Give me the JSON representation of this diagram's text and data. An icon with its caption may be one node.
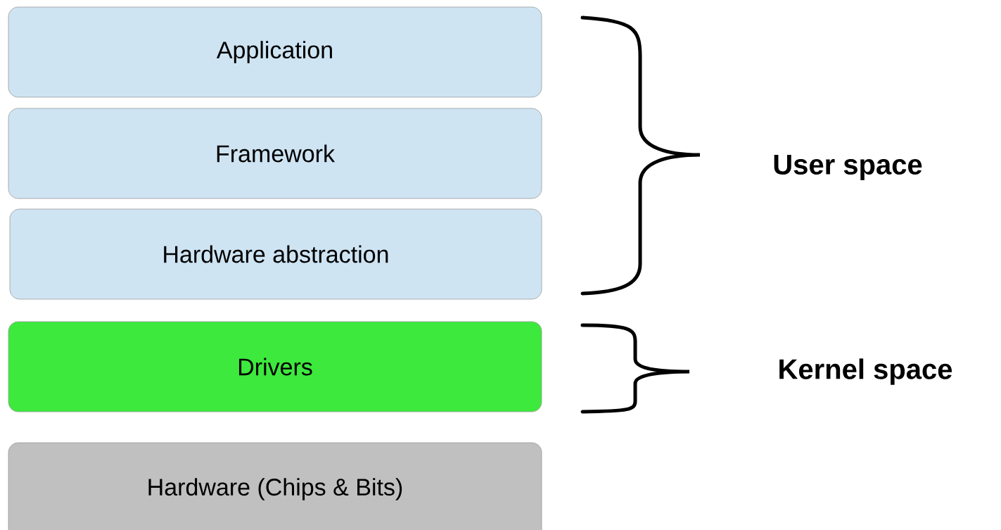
{
  "diagram": {
    "nodes": [
      {
        "text": [
          "Application"
        ]
      },
      {
        "text": [
          "Framework"
        ]
      },
      {
        "text": [
          "Hardware abstraction"
        ]
      },
      {
        "text": [
          "Drivers"
        ]
      },
      {
        "text": [
          "Hardware (Chips & Bits)"
        ]
      }
    ],
    "labels": [
      "User space",
      "Kernel space"
    ]
  }
}
